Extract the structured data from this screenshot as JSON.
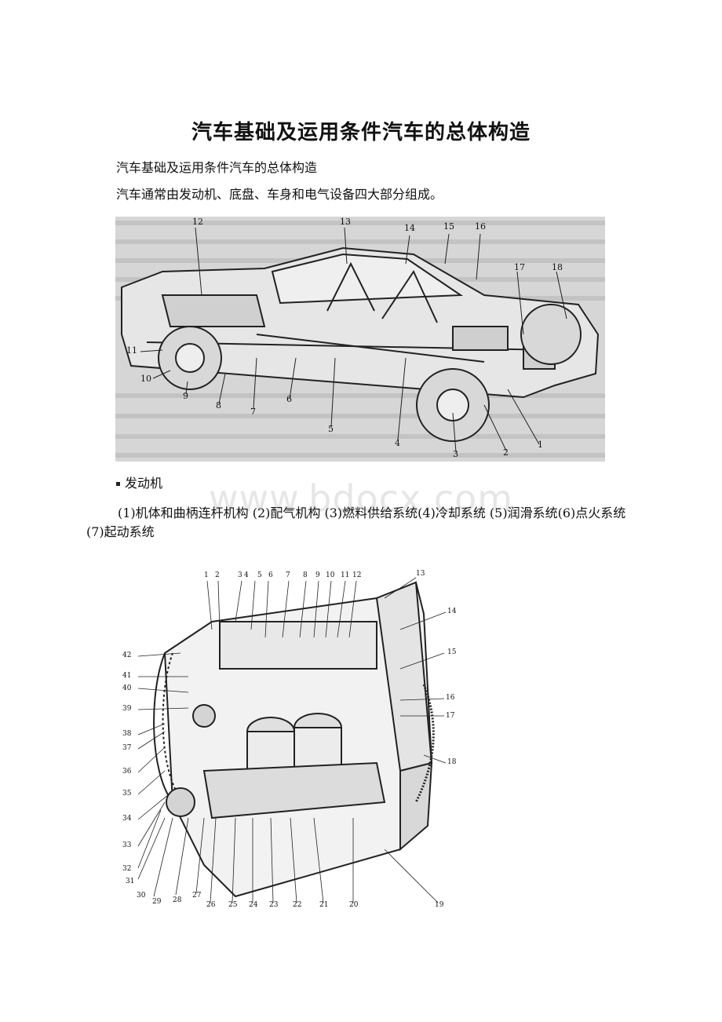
{
  "document": {
    "title": "汽车基础及运用条件汽车的总体构造",
    "subtitle_line": "汽车基础及运用条件汽车的总体构造",
    "intro": "汽车通常由发动机、底盘、车身和电气设备四大部分组成。",
    "section_heading": "发动机",
    "systems_text": "(1)机体和曲柄连杆机构 (2)配气机构 (3)燃料供给系统(4)冷却系统 (5)润滑系统(6)点火系统 (7)起动系统",
    "watermark": "www.bdocx.com"
  },
  "figure_car": {
    "callouts": [
      "1",
      "2",
      "3",
      "4",
      "5",
      "6",
      "7",
      "8",
      "9",
      "10",
      "11",
      "12",
      "13",
      "14",
      "15",
      "16",
      "17",
      "18"
    ]
  },
  "figure_engine": {
    "callouts": [
      "1",
      "2",
      "3",
      "4",
      "5",
      "6",
      "7",
      "8",
      "9",
      "10",
      "11",
      "12",
      "13",
      "14",
      "15",
      "16",
      "17",
      "18",
      "19",
      "20",
      "21",
      "22",
      "23",
      "24",
      "25",
      "26",
      "27",
      "28",
      "29",
      "30",
      "31",
      "32",
      "33",
      "34",
      "35",
      "36",
      "37",
      "38",
      "39",
      "40",
      "41",
      "42"
    ]
  },
  "colors": {
    "text": "#111111",
    "figure_bg": "#d6d6d6",
    "line": "#222222"
  }
}
